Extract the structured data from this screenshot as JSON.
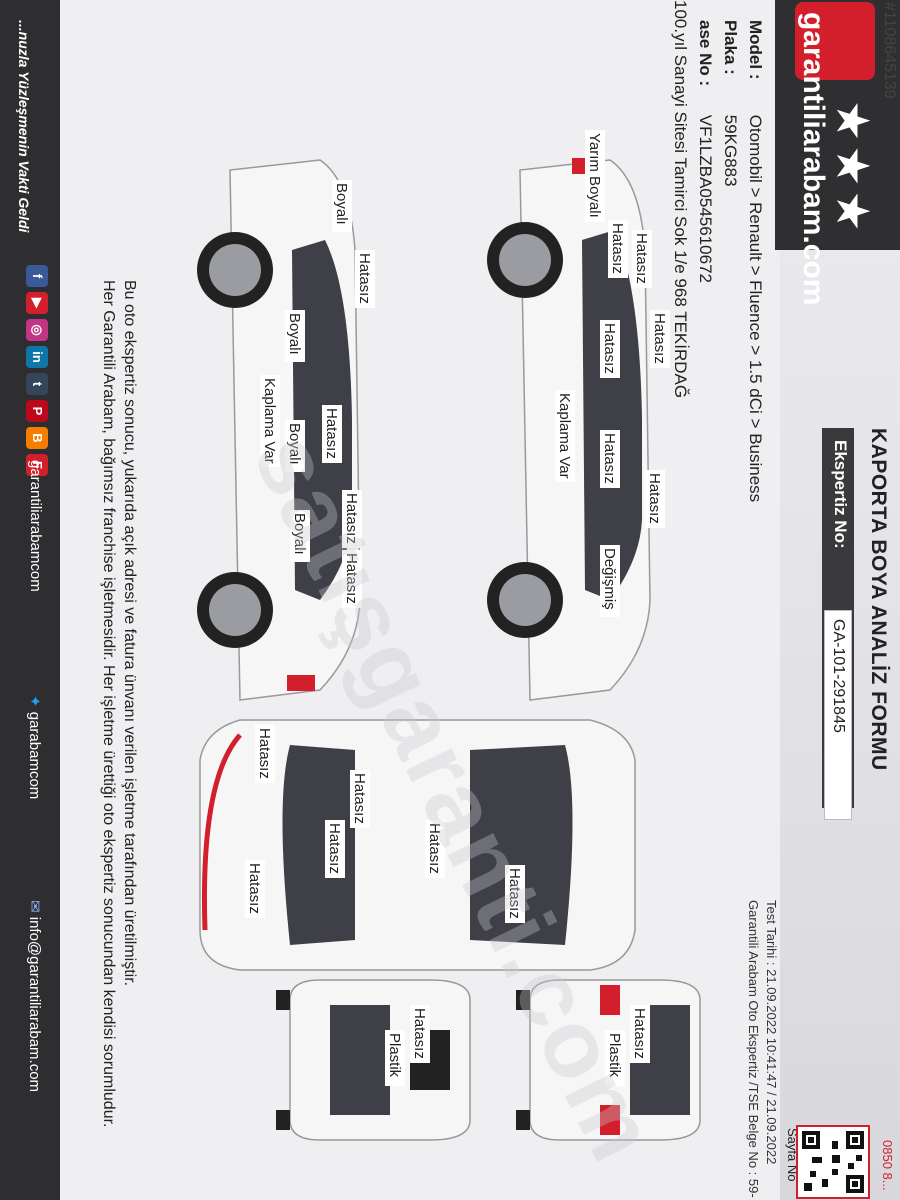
{
  "source_id": "#110864513‌9",
  "logo": {
    "site": "garantiliarabam.com",
    "stars": "★★★"
  },
  "vehicle": {
    "model_label": "Model :",
    "model_value": "Otomobil > Renault > Fluence > 1.5 dCi > Business",
    "plaka_label": "Plaka :",
    "plaka_value": "59KG883",
    "sase_label": "ase No :",
    "sase_value": "VF1LZBA0545610672",
    "address": "100.yıl Sanayi Sitesi Tamirci Sok 1/e 968 TEKİRDAĞ"
  },
  "form": {
    "title": "KAPORTA BOYA ANALİZ FORMU",
    "expertiz_label": "Ekspertiz No:",
    "expertiz_value": "GA-101-291845",
    "sayfa": "Sayfa No",
    "phone": "0850 8..."
  },
  "test_info": {
    "line1": "Test Tarihi : 21.09.2022 10:41:47 / 21.09.2022",
    "line2": "Garantili Arabam Oto Ekspertiz /TSE Belge No : 59-"
  },
  "labels": {
    "hatasiz": "Hatasız",
    "boyali": "Boyalı",
    "degismis": "Değişmiş",
    "yarim_boyali": "Yarım Boyalı",
    "kaplama_var": "Kaplama Var",
    "plastik": "Plastik"
  },
  "footer": {
    "note1": "Bu oto ekspertiz sonucu, yukarıda açık adresi ve fatura ünvanı verilen işletme tarafından üretilmiştir.",
    "note2": "Her Garantili Arabam, bağımsız franchise işletmesidir. Her işletme ürettiği oto ekspertiz sonucundan kendisi sorumludur.",
    "slogan": "...nuzla Yüzleşmenin Vakti Geldi",
    "social_handle": "garantiliarabamcom",
    "twitter": "garabamcom",
    "email": "info@garantiliarabam.com"
  },
  "watermark": "satışgaranti.com",
  "colors": {
    "brand_red": "#d21f2b",
    "dark": "#2e2e31",
    "paper": "#efeff1"
  }
}
